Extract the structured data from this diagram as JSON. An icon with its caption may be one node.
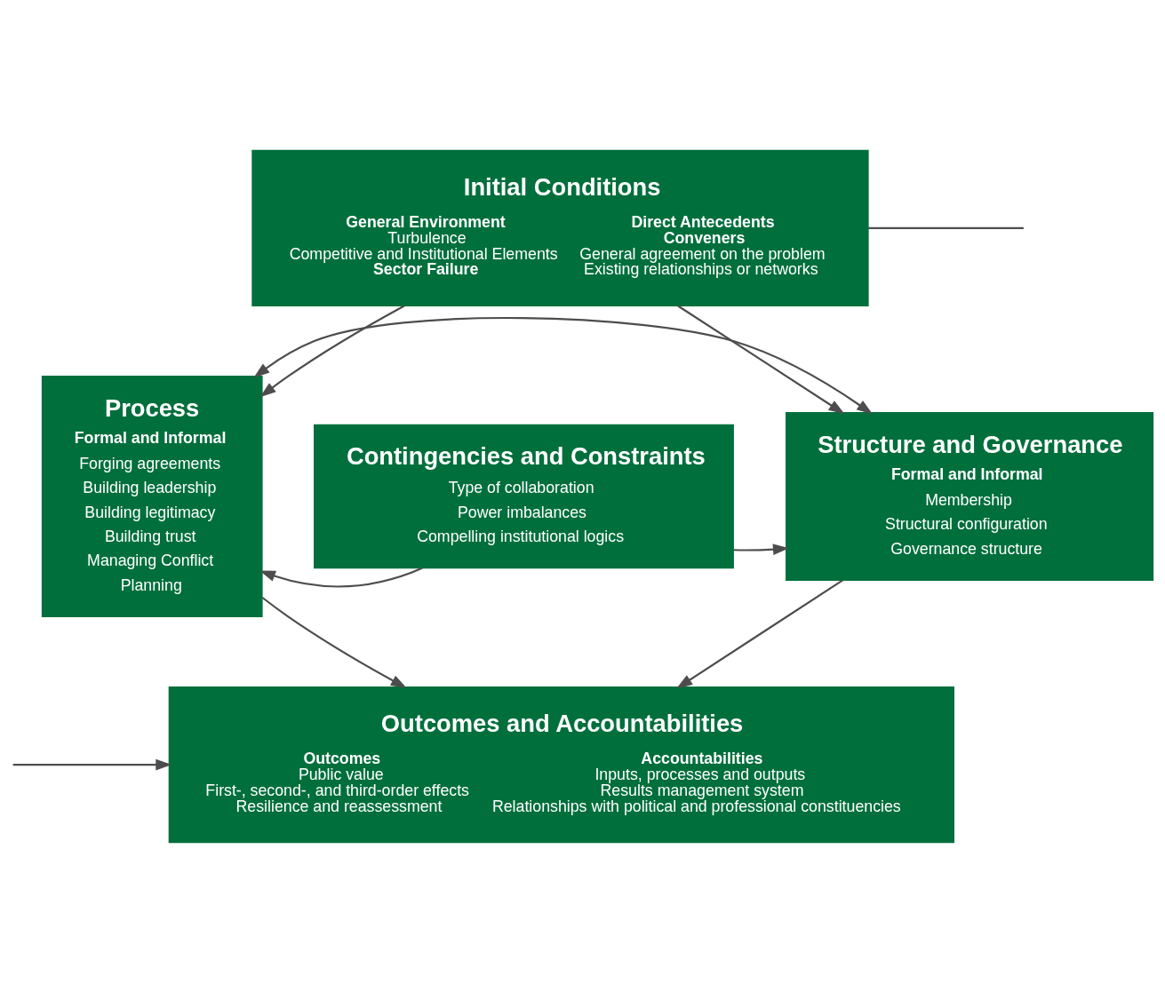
{
  "diagram": {
    "nodes": [
      {
        "text": [
          "Initial Conditions",
          "General Environment",
          "Turbulence",
          "Competitive and Institutional Elements",
          "Sector Failure",
          "Direct Antecedents",
          "Conveners",
          "General agreement on the problem",
          "Existing relationships or networks"
        ]
      },
      {
        "text": [
          "Process",
          "Formal and Informal",
          "Forging agreements",
          "Building leadership",
          "Building legitimacy",
          "Building trust",
          "Managing Conflict",
          "Planning"
        ]
      },
      {
        "text": [
          "Contingencies and Constraints",
          "Type of collaboration",
          "Power imbalances",
          "Compelling institutional logics"
        ]
      },
      {
        "text": [
          "Structure and Governance",
          "Formal and Informal",
          "Membership",
          "Structural configuration",
          "Governance structure"
        ]
      },
      {
        "text": [
          "Outcomes and Accountabilities",
          "Outcomes",
          "Public value",
          "First-, second-, and third-order effects",
          "Resilience and reassessment",
          "Accountabilities",
          "Inputs, processes and outputs",
          "Results management system",
          "Relationships with political and professional constituencies"
        ]
      }
    ],
    "edges": [
      {
        "from": 0,
        "to": 1,
        "arrow": "to"
      },
      {
        "from": 0,
        "to": 3,
        "arrow": "to"
      },
      {
        "from": 1,
        "to": 3,
        "arrow": "both"
      },
      {
        "from": 2,
        "to": 1,
        "arrow": "to"
      },
      {
        "from": 2,
        "to": 3,
        "arrow": "to"
      },
      {
        "from": 1,
        "to": 4,
        "arrow": "to"
      },
      {
        "from": 3,
        "to": 4,
        "arrow": "to"
      },
      {
        "from": 0,
        "to": null,
        "arrow": "none"
      },
      {
        "from": null,
        "to": 4,
        "arrow": "to"
      }
    ]
  }
}
